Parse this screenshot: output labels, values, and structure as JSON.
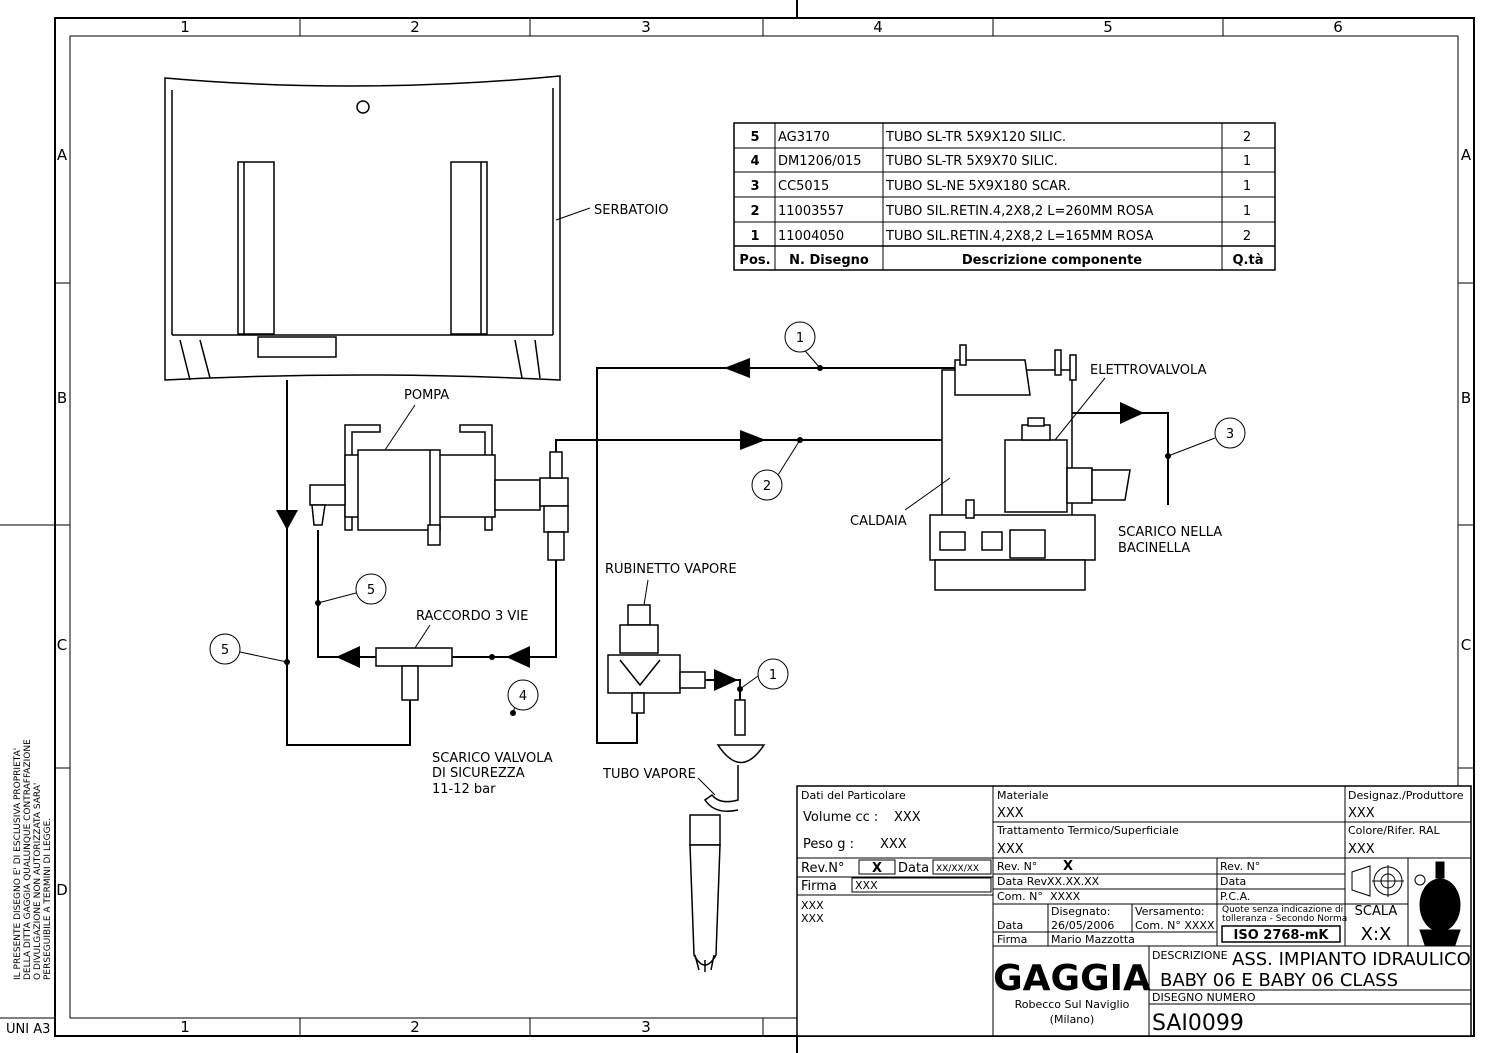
{
  "zones": {
    "columns": [
      "1",
      "2",
      "3",
      "4",
      "5",
      "6"
    ],
    "rows": [
      "A",
      "B",
      "C",
      "D"
    ]
  },
  "labels": {
    "serbatoio": "SERBATOIO",
    "pompa": "POMPA",
    "elettrovalvola": "ELETTROVALVOLA",
    "caldaia": "CALDAIA",
    "scarico_bacinella_1": "SCARICO NELLA",
    "scarico_bacinella_2": "BACINELLA",
    "rubinetto_vapore": "RUBINETTO VAPORE",
    "raccordo": "RACCORDO 3 VIE",
    "scarico_valvola_1": "SCARICO VALVOLA",
    "scarico_valvola_2": "DI SICUREZZA",
    "scarico_valvola_3": "11-12 bar",
    "tubo_vapore": "TUBO VAPORE"
  },
  "balloons": {
    "b1_top": "1",
    "b2": "2",
    "b3": "3",
    "b5_upper": "5",
    "b5_left": "5",
    "b4": "4",
    "b1_lower": "1"
  },
  "parts_table": {
    "rows": [
      {
        "pos": "5",
        "code": "AG3170",
        "desc": "TUBO SL-TR 5X9X120 SILIC.",
        "qty": "2"
      },
      {
        "pos": "4",
        "code": "DM1206/015",
        "desc": "TUBO SL-TR 5X9X70 SILIC.",
        "qty": "1"
      },
      {
        "pos": "3",
        "code": "CC5015",
        "desc": "TUBO SL-NE 5X9X180 SCAR.",
        "qty": "1"
      },
      {
        "pos": "2",
        "code": "11003557",
        "desc": "TUBO SIL.RETIN.4,2X8,2 L=260MM ROSA",
        "qty": "1"
      },
      {
        "pos": "1",
        "code": "11004050",
        "desc": "TUBO SIL.RETIN.4,2X8,2 L=165MM ROSA",
        "qty": "2"
      }
    ],
    "header": {
      "pos": "Pos.",
      "code": "N. Disegno",
      "desc": "Descrizione componente",
      "qty": "Q.tà"
    }
  },
  "title_block": {
    "dati_particolare": "Dati del Particolare",
    "volume_label": "Volume cc :",
    "volume_value": "XXX",
    "peso_label": "Peso g :",
    "peso_value": "XXX",
    "rev_label": "Rev.N°",
    "rev_value": "X",
    "data_label": "Data",
    "data_value": "XX/XX/XX",
    "firma_label": "Firma",
    "firma_value": "XXX",
    "notes_1": "XXX",
    "notes_2": "XXX",
    "materiale_label": "Materiale",
    "materiale_value": "XXX",
    "trattamento_label": "Trattamento Termico/Superficiale",
    "trattamento_value": "XXX",
    "designaz_label": "Designaz./Produttore",
    "designaz_value": "XXX",
    "colore_label": "Colore/Rifer. RAL",
    "colore_value": "XXX",
    "rev_no_label": "Rev. N°",
    "rev_no_value": "X",
    "data_rev_label": "Data Rev.",
    "data_rev_value": "XX.XX.XX",
    "com_no_label": "Com. N°",
    "com_no_value": "XXXX",
    "rev_no2_label": "Rev. N°",
    "data2_label": "Data",
    "pca_label": "P.C.A.",
    "disegnato_label": "Disegnato:",
    "versamento_label": "Versamento:",
    "data3_label": "Data",
    "data3_value": "26/05/2006",
    "com_no2_label": "Com. N° XXXX",
    "firma2_label": "Firma",
    "firma2_value": "Mario Mazzotta",
    "quote_note_1": "Quote senza indicazione di",
    "quote_note_2": "tolleranza - Secondo Norma",
    "iso": "ISO 2768-mK",
    "scala_label": "SCALA",
    "scala_value": "X:X",
    "brand": "GAGGIA",
    "city_1": "Robecco Sul Naviglio",
    "city_2": "(Milano)",
    "descrizione_label": "DESCRIZIONE",
    "descrizione_1": "ASS. IMPIANTO IDRAULICO",
    "descrizione_2": "BABY 06 E BABY 06 CLASS",
    "disegno_numero_label": "DISEGNO NUMERO",
    "disegno_numero": "SAI0099"
  },
  "side_note": {
    "line_1": "IL PRESENTE DISEGNO E' DI ESCLUSIVA PROPRIETA'",
    "line_2": "DELLA DITTA GAGGIA QUALUNQUE CONTRAFFAZIONE",
    "line_3": "O DIVULGAZIONE NON AUTORIZZATA SARA'",
    "line_4": "PERSEGUIBILE A TERMINI DI LEGGE."
  },
  "sheet_format": "UNI A3"
}
